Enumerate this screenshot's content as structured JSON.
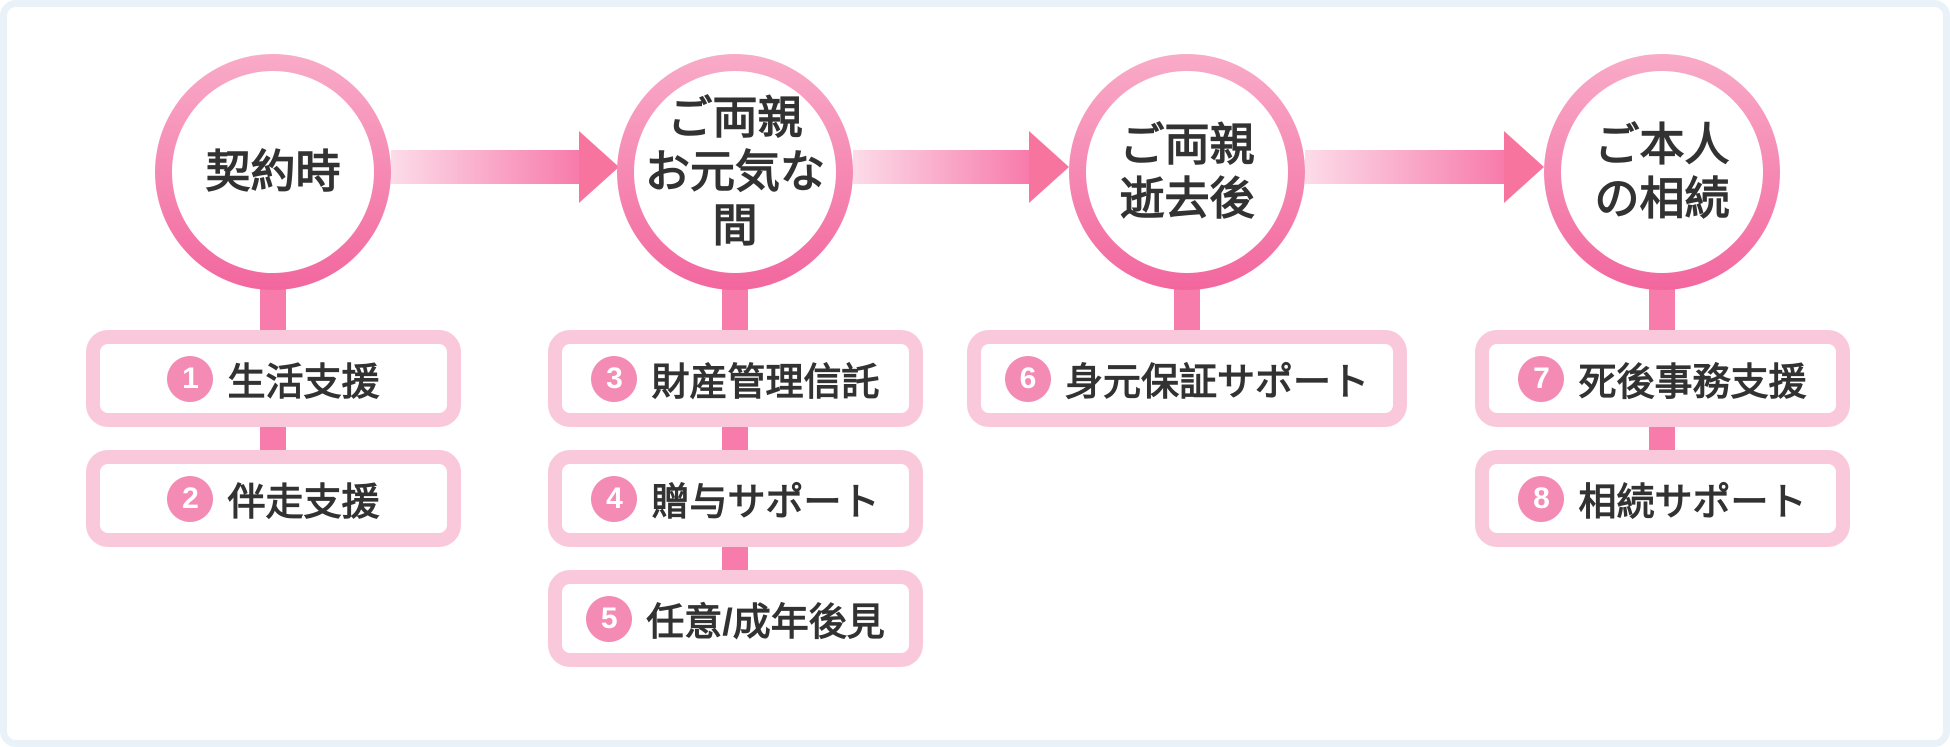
{
  "colors": {
    "frame_border": "#e9f1f9",
    "circle_gradient_top": "#f9abc8",
    "circle_gradient_bottom": "#f2679e",
    "arrow_light": "#fcdce9",
    "arrow_dark": "#f77bab",
    "arrow_head": "#f7749f",
    "connector": "#f77bab",
    "box_border": "#fac8db",
    "badge_bg": "#f38bb4",
    "text": "#323232"
  },
  "stages": [
    {
      "circle_lines": [
        "契約時"
      ],
      "items": [
        {
          "num": "1",
          "label": "生活支援"
        },
        {
          "num": "2",
          "label": "伴走支援"
        }
      ]
    },
    {
      "circle_lines": [
        "ご両親",
        "お元気な",
        "間"
      ],
      "items": [
        {
          "num": "3",
          "label": "財産管理信託"
        },
        {
          "num": "4",
          "label": "贈与サポート"
        },
        {
          "num": "5",
          "label": "任意/成年後見"
        }
      ]
    },
    {
      "circle_lines": [
        "ご両親",
        "逝去後"
      ],
      "items": [
        {
          "num": "6",
          "label": "身元保証サポート"
        }
      ]
    },
    {
      "circle_lines": [
        "ご本人",
        "の相続"
      ],
      "items": [
        {
          "num": "7",
          "label": "死後事務支援"
        },
        {
          "num": "8",
          "label": "相続サポート"
        }
      ]
    }
  ]
}
